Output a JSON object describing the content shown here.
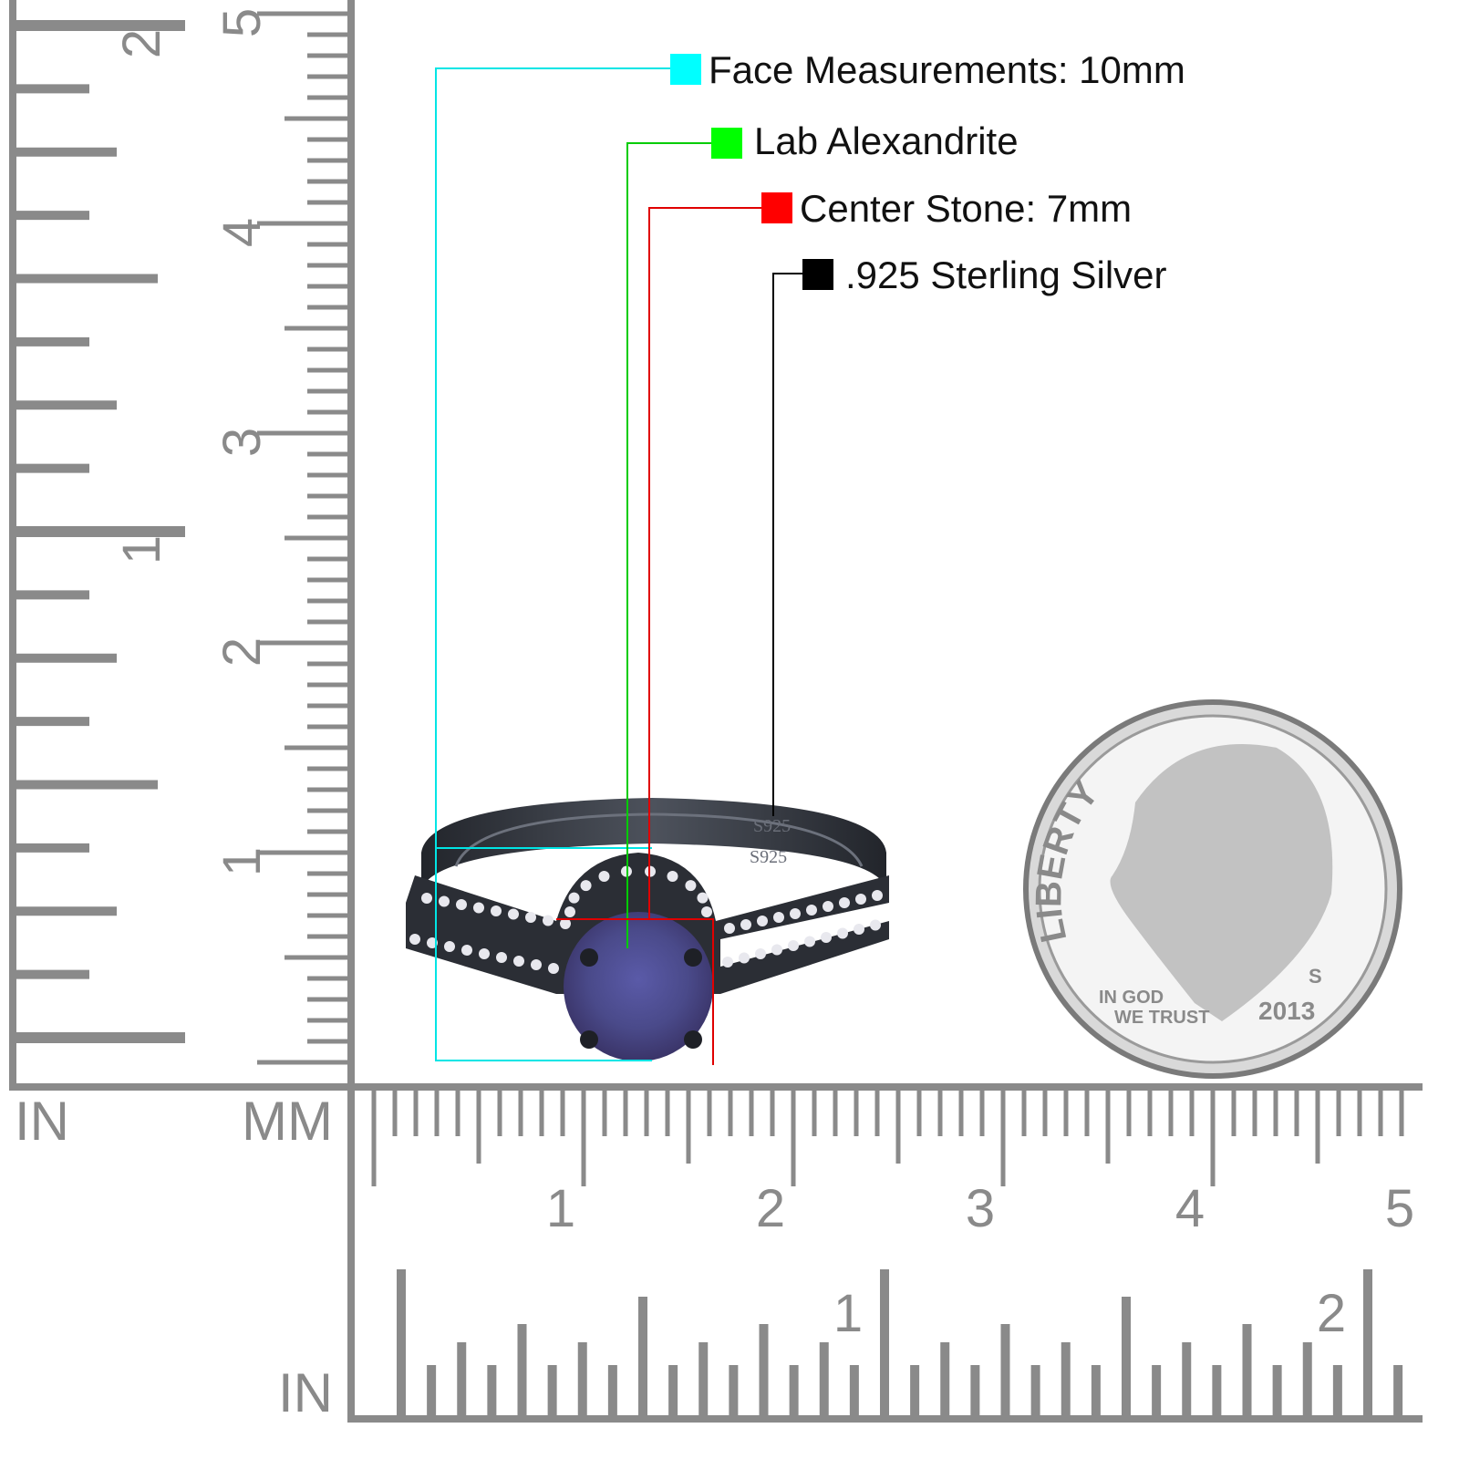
{
  "legend": [
    {
      "label": "Face Measurements: 10mm",
      "color": "#00ffff"
    },
    {
      "label": "Lab Alexandrite",
      "color": "#00ff00"
    },
    {
      "label": "Center Stone: 7mm",
      "color": "#ff0000"
    },
    {
      "label": ".925 Sterling Silver",
      "color": "#000000"
    }
  ],
  "rulers": {
    "vertical_inch_labels": [
      "1",
      "2"
    ],
    "vertical_cm_labels": [
      "1",
      "2",
      "3",
      "4",
      "5"
    ],
    "horizontal_cm_labels": [
      "1",
      "2",
      "3",
      "4",
      "5"
    ],
    "horizontal_inch_labels": [
      "1",
      "2"
    ],
    "unit_in_left": "IN",
    "unit_mm": "MM",
    "unit_in_bottom": "IN",
    "color": "#8a8a8a"
  },
  "ring": {
    "stamp_top": "S925",
    "stamp_bottom": "S925",
    "stone_color": "#4a4a8a",
    "metal_color": "#2e323a"
  },
  "coin": {
    "motto_top": "LIBERTY",
    "motto_line1": "IN GOD",
    "motto_line2": "WE TRUST",
    "year": "2013",
    "mint_mark": "S"
  }
}
